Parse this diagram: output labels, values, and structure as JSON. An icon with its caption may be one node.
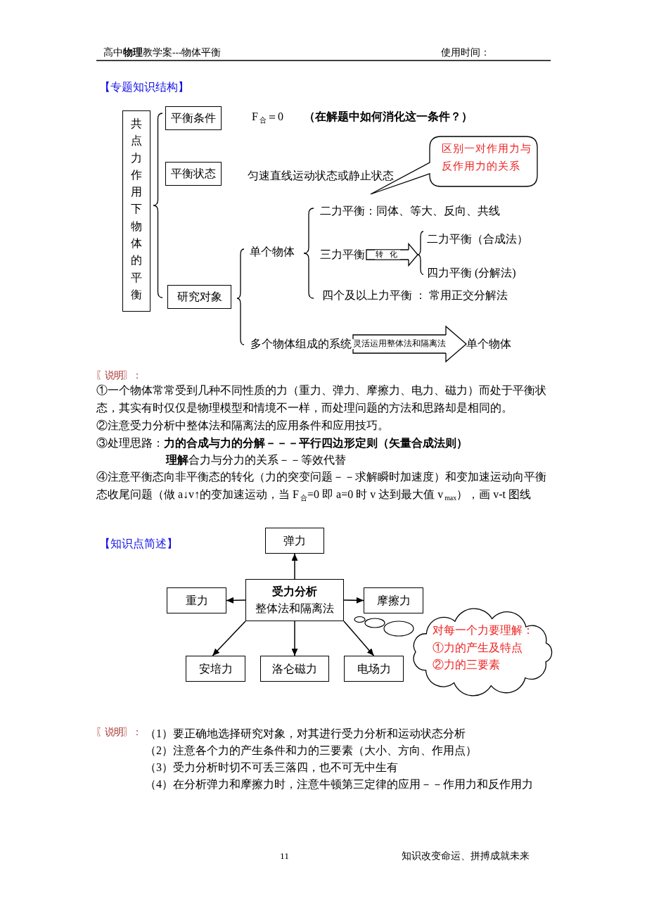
{
  "diagram": {
    "nodes": [
      {
        "text": [
          "共点力作用下物体的平衡"
        ]
      },
      {
        "text": [
          "平衡条件"
        ]
      },
      {
        "text": [
          "平衡状态"
        ]
      },
      {
        "text": [
          "研究对象"
        ]
      },
      {
        "text": [
          "区别一对作用力与反作用力的关系"
        ]
      },
      {
        "text": [
          "三力平衡"
        ]
      },
      {
        "text": [],
        "shape": "brace"
      },
      {
        "text": [
          "多个物体组成的系统"
        ]
      },
      {
        "text": [
          "单个物体"
        ]
      },
      {
        "text": [
          "弹力"
        ]
      },
      {
        "text": [
          "重力"
        ]
      },
      {
        "text": [
          "受力分析",
          "整体法和隔离法"
        ]
      },
      {
        "text": [
          "摩擦力"
        ]
      },
      {
        "text": [
          "对每一个力要理解：",
          "①力的产生及特点",
          "②力的三要素"
        ]
      },
      {
        "text": [
          "安培力"
        ]
      },
      {
        "text": [
          "洛仑磁力"
        ]
      },
      {
        "text": [
          "电场力"
        ]
      }
    ],
    "edges": [
      {
        "from": 5,
        "to": 6,
        "arrow": "to",
        "label": "转 化"
      },
      {
        "from": 7,
        "to": 8,
        "arrow": "to",
        "label": "灵活运用整体法和隔离法"
      },
      {
        "from": 11,
        "to": 9,
        "arrow": "to"
      },
      {
        "from": 11,
        "to": 10,
        "arrow": "to"
      },
      {
        "from": 11,
        "to": 12,
        "arrow": "to"
      },
      {
        "from": 11,
        "to": 14,
        "arrow": "to"
      },
      {
        "from": 11,
        "to": 15,
        "arrow": "to"
      },
      {
        "from": 11,
        "to": 16,
        "arrow": "to"
      }
    ],
    "labels": [
      "高中**物理**教学案---物体平衡",
      "使用时间：",
      "【专题知识结构】",
      "F$_{合}$＝0",
      "（在解题中如何消化这一条件？）",
      "匀速直线运动状态或静止状态",
      "单个物体",
      "二力平衡：同体、等大、反向、共线",
      "二力平衡（合成法）",
      "四力平衡 (分解法)",
      "四个及以上力平衡 ： 常用正交分解法",
      "〖说明〗：",
      "①一个物体常常受到几种不同性质的力（重力、弹力、摩擦力、电力、磁力）而处于平衡状态，其实有时仅仅是物理模型和情境不一样，而处理问题的方法和思路却是相同的。",
      "②注意受力分析中整体法和隔离法的应用条件和应用技巧。",
      "③处理思路：**力的合成与力的分解－－－平行四边形定则（矢量合成法则）**",
      "**理解**合力与分力的关系－－等效代替",
      "④注意平衡态向非平衡态的转化（力的突变问题－－求解瞬时加速度）和变加速运动向平衡态收尾问题（做 a↓v↑的变加速运动，当 F$_{合}$=0 即 a=0 时 v 达到最大值 v$_{max}$），画 v-t 图线",
      "【知识点简述】",
      "〖说明〗：",
      "（1）要正确地选择研究对象，对其进行受力分析和运动状态分析",
      "（2）注意各个力的产生条件和力的三要素（大小、方向、作用点）",
      "（3）受力分析时切不可丢三落四，也不可无中生有",
      "（4）在分析弹力和摩擦力时，注意牛顿第三定律的应用－－作用力和反作用力",
      "11",
      "知识改变命运、拼搏成就未来"
    ]
  }
}
